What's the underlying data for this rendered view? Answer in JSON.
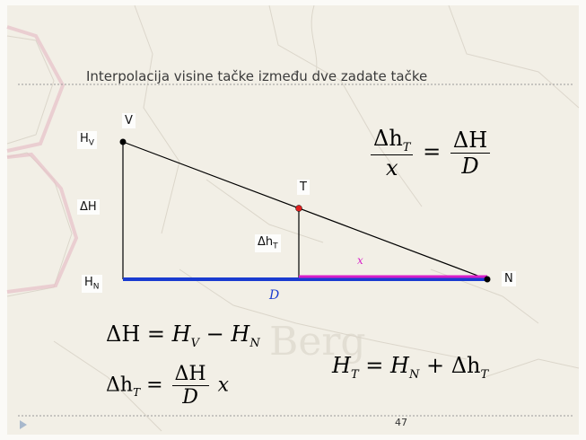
{
  "title": "Interpolacija visine tačke između dve zadate tačke",
  "page_number": "47",
  "points": {
    "V": "V",
    "T": "T",
    "N": "N"
  },
  "labels": {
    "HV_main": "H",
    "HV_sub": "V",
    "HN_main": "H",
    "HN_sub": "N",
    "dH": "ΔH",
    "dhT_main": "Δh",
    "dhT_sub": "T",
    "D": "D",
    "x": "x"
  },
  "formulas": {
    "ratio": {
      "num_left": "Δh",
      "num_left_sub": "T",
      "den_left": "x",
      "eq": "=",
      "num_right": "ΔH",
      "den_right": "D"
    },
    "dH": {
      "lhs": "ΔH",
      "eq": "=",
      "a": "H",
      "a_sub": "V",
      "minus": "−",
      "b": "H",
      "b_sub": "N"
    },
    "HT": {
      "lhs": "H",
      "lhs_sub": "T",
      "eq": "=",
      "a": "H",
      "a_sub": "N",
      "plus": "+",
      "b": "Δh",
      "b_sub": "T"
    },
    "dhT": {
      "lhs": "Δh",
      "lhs_sub": "T",
      "eq": "=",
      "num": "ΔH",
      "den": "D",
      "x": "x"
    }
  },
  "colors": {
    "baseline": "#1a3bd0",
    "x_segment": "#d81ec8",
    "point_T": "#e02020",
    "line": "#000000"
  }
}
